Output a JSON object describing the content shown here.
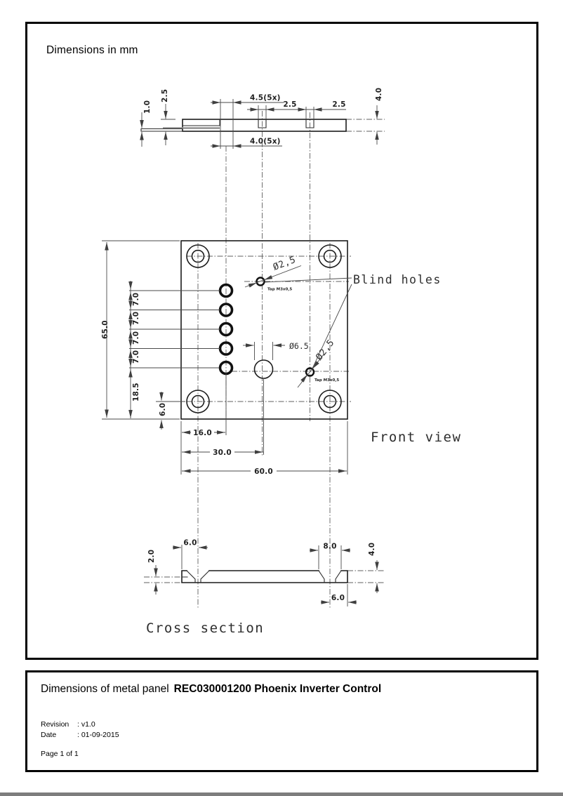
{
  "sheet": {
    "units_note": "Dimensions in mm"
  },
  "top_view": {
    "dim_thickness_small": "1.0",
    "dim_step": "2.5",
    "dim_slot_len": "4.5(5x)",
    "dim_slot_pitch_a": "2.5",
    "dim_slot_pitch_b": "2.5",
    "dim_slot_len_b": "4.0(5x)",
    "dim_thickness": "4.0"
  },
  "front_view": {
    "label": "Front view",
    "blind_holes_label": "Blind holes",
    "dim_height": "65.0",
    "pitch": [
      "7.0",
      "7.0",
      "7.0",
      "7.0"
    ],
    "dim_bottom_offset": "18.5",
    "dim_corner_offset": "6.0",
    "dim_col_offset": "16.0",
    "dim_center_offset": "30.0",
    "dim_width": "60.0",
    "dia_blind_top": "Ø2,5",
    "dia_blind_bottom": "Ø2,5",
    "dia_center_hole": "Ø6.5",
    "tap_note_top": "Tap M3x0,5",
    "tap_note_bottom": "Tap M3x0,5"
  },
  "cross_section": {
    "label": "Cross section",
    "dim_edge_thickness": "2.0",
    "dim_hole_edge_top": "6.0",
    "dim_countersink": "8.0",
    "dim_thickness": "4.0",
    "dim_hole_edge_bottom": "6.0"
  },
  "title_block": {
    "title_prefix": "Dimensions of metal panel",
    "title_product": "REC030001200 Phoenix Inverter Control",
    "revision_label": "Revision",
    "revision_value": ": v1.0",
    "date_label": "Date",
    "date_value": ": 01-09-2015",
    "page_info": "Page 1 of 1"
  }
}
